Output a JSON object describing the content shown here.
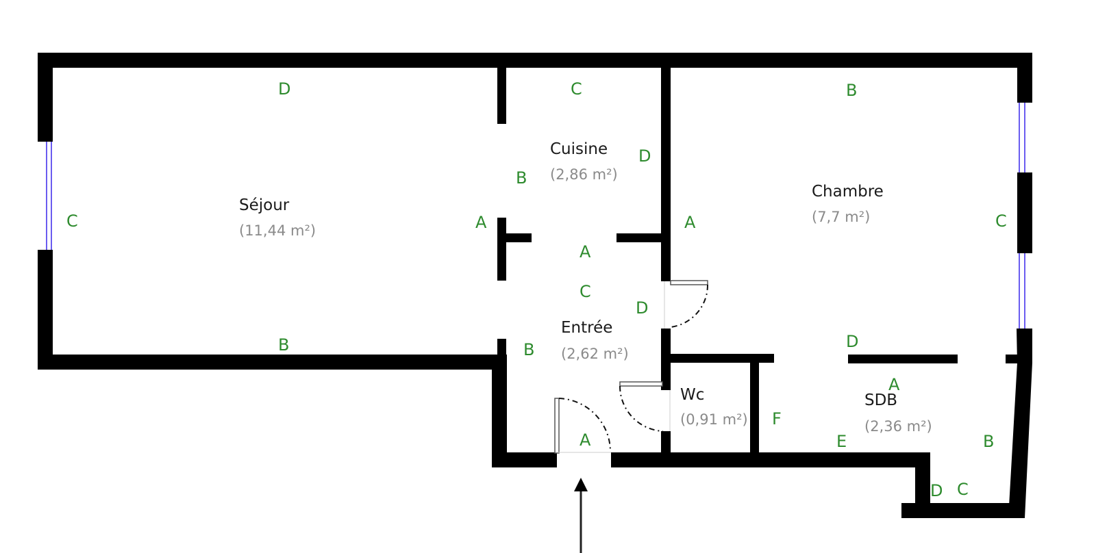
{
  "plan": {
    "colors": {
      "wall": "#000000",
      "window": "#6a5cf0",
      "wall_label": "#2e8b2e",
      "room_name": "#1a1a1a",
      "room_area": "#8a8a8a"
    },
    "rooms": {
      "sejour": {
        "name": "Séjour",
        "area": "(11,44 m²)"
      },
      "cuisine": {
        "name": "Cuisine",
        "area": "(2,86 m²)"
      },
      "chambre": {
        "name": "Chambre",
        "area": "(7,7 m²)"
      },
      "entree": {
        "name": "Entrée",
        "area": "(2,62 m²)"
      },
      "wc": {
        "name": "Wc",
        "area": "(0,91 m²)"
      },
      "sdb": {
        "name": "SDB",
        "area": "(2,36 m²)"
      }
    },
    "wall_labels": {
      "sejour_d": "D",
      "sejour_c": "C",
      "sejour_b": "B",
      "sejour_a": "A",
      "cuisine_c": "C",
      "cuisine_d": "D",
      "cuisine_b": "B",
      "cuisine_a": "A",
      "chambre_b": "B",
      "chambre_a": "A",
      "chambre_c": "C",
      "chambre_d": "D",
      "entree_c": "C",
      "entree_d": "D",
      "entree_b": "B",
      "entree_a": "A",
      "wc_f": "F",
      "sdb_a": "A",
      "sdb_e": "E",
      "sdb_b": "B",
      "sdb_d": "D",
      "sdb_c": "C"
    },
    "entrance_arrow": "entrance-arrow"
  }
}
